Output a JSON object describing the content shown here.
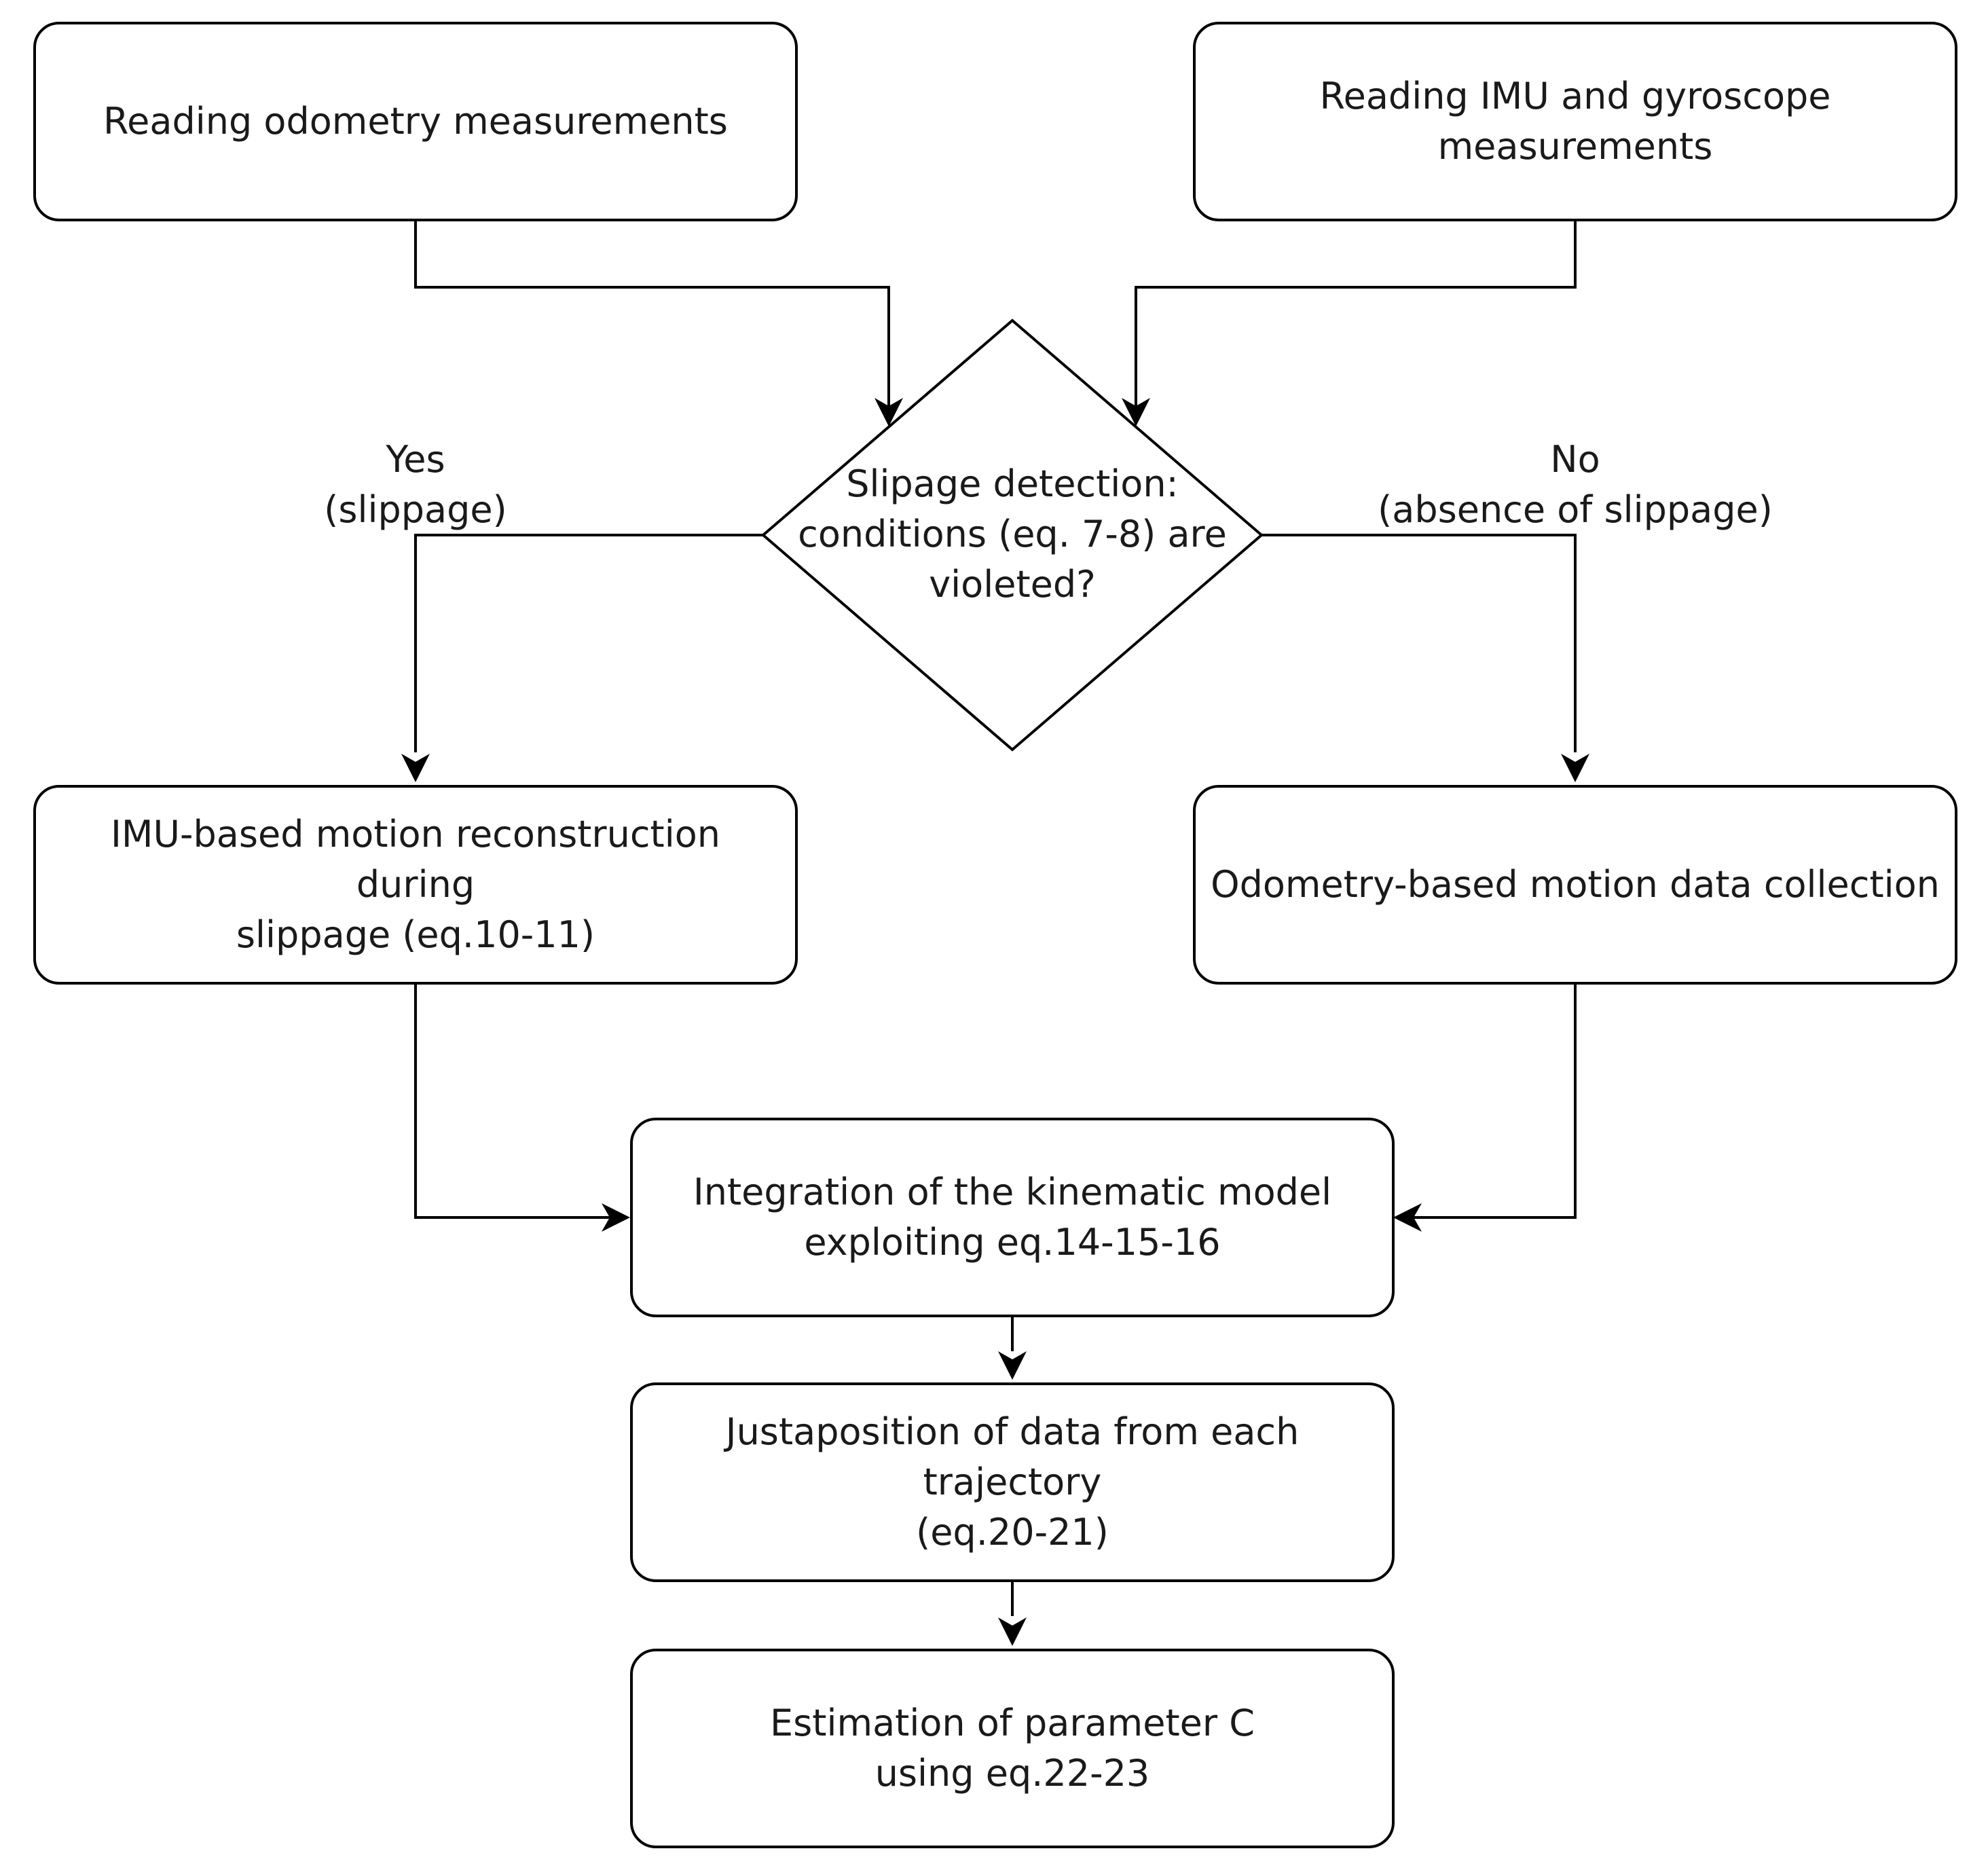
{
  "nodes": {
    "odometry": "Reading odometry measurements",
    "imu": "Reading IMU and gyroscope\nmeasurements",
    "decision": "Slipage detection:\nconditions (eq. 7-8) are\nvioleted?",
    "imu_motion": "IMU-based motion reconstruction during\nslippage  (eq.10-11)",
    "odometry_motion": "Odometry-based motion data collection",
    "integration": "Integration of the kinematic model\nexploiting eq.14-15-16",
    "justaposition": "Justaposition of data from each trajectory\n(eq.20-21)",
    "estimation": "Estimation of parameter C\nusing eq.22-23"
  },
  "edge_labels": {
    "yes": "Yes\n(slippage)",
    "no": "No\n(absence of slippage)"
  },
  "colors": {
    "stroke": "#000000",
    "background": "#ffffff",
    "text": "#1a1a1a"
  }
}
